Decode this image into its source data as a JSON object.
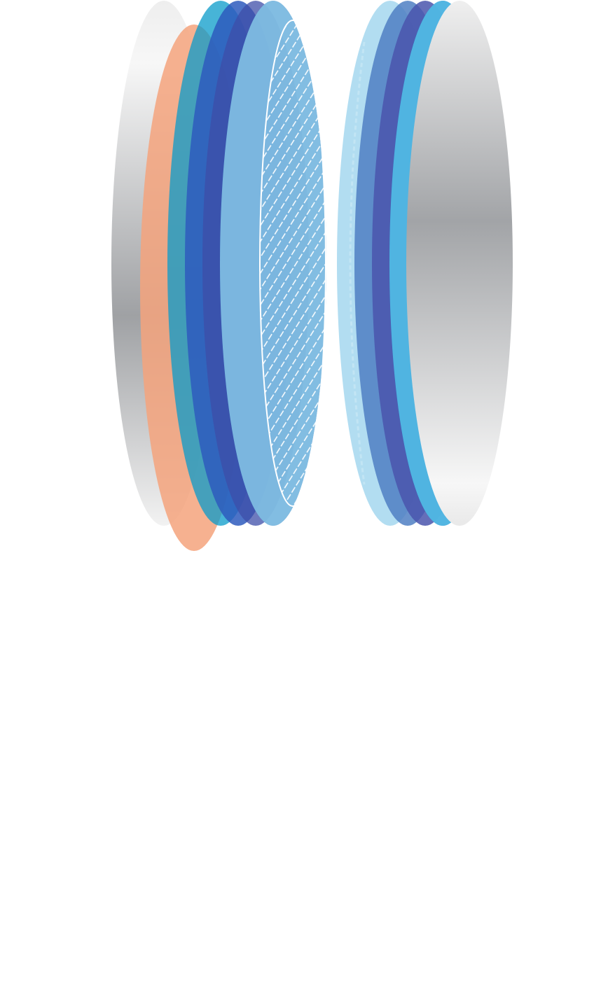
{
  "diagram": {
    "left_stack": [
      {
        "id": "metal-plate-left",
        "kind": "metal"
      },
      {
        "id": "orange-layer",
        "kind": "solid",
        "color": "#f4a37c",
        "opacity": 0.85
      },
      {
        "id": "cyan-layer",
        "kind": "solid",
        "color": "#0a9bc9",
        "opacity": 0.75
      },
      {
        "id": "royal-blue-layer",
        "kind": "solid",
        "color": "#2e5bbd",
        "opacity": 0.85
      },
      {
        "id": "indigo-layer",
        "kind": "solid",
        "color": "#3d4ea8",
        "opacity": 0.75
      },
      {
        "id": "deep-blue-layer",
        "kind": "solid",
        "color": "#0a5fb4",
        "opacity": 0.85
      },
      {
        "id": "light-blue-layer",
        "kind": "solid",
        "color": "#9fd4ee",
        "opacity": 0.75
      },
      {
        "id": "hatched-layer",
        "kind": "hatched",
        "color": "#ffffff"
      }
    ],
    "right_stack": [
      {
        "id": "pale-blue-layer",
        "kind": "solid",
        "color": "#9fd4ee",
        "opacity": 0.8
      },
      {
        "id": "steel-blue-layer",
        "kind": "solid",
        "color": "#4f7fc3",
        "opacity": 0.85
      },
      {
        "id": "violet-blue-layer",
        "kind": "solid",
        "color": "#4a55ad",
        "opacity": 0.85
      },
      {
        "id": "ocean-blue-layer",
        "kind": "solid",
        "color": "#0a73c3",
        "opacity": 0.9
      },
      {
        "id": "sky-blue-layer",
        "kind": "solid",
        "color": "#5cc0e6",
        "opacity": 0.85
      },
      {
        "id": "metal-plate-right",
        "kind": "metal"
      }
    ],
    "metal_gradient": [
      "#f2f2f2",
      "#9fa1a4",
      "#f5f5f5"
    ]
  }
}
